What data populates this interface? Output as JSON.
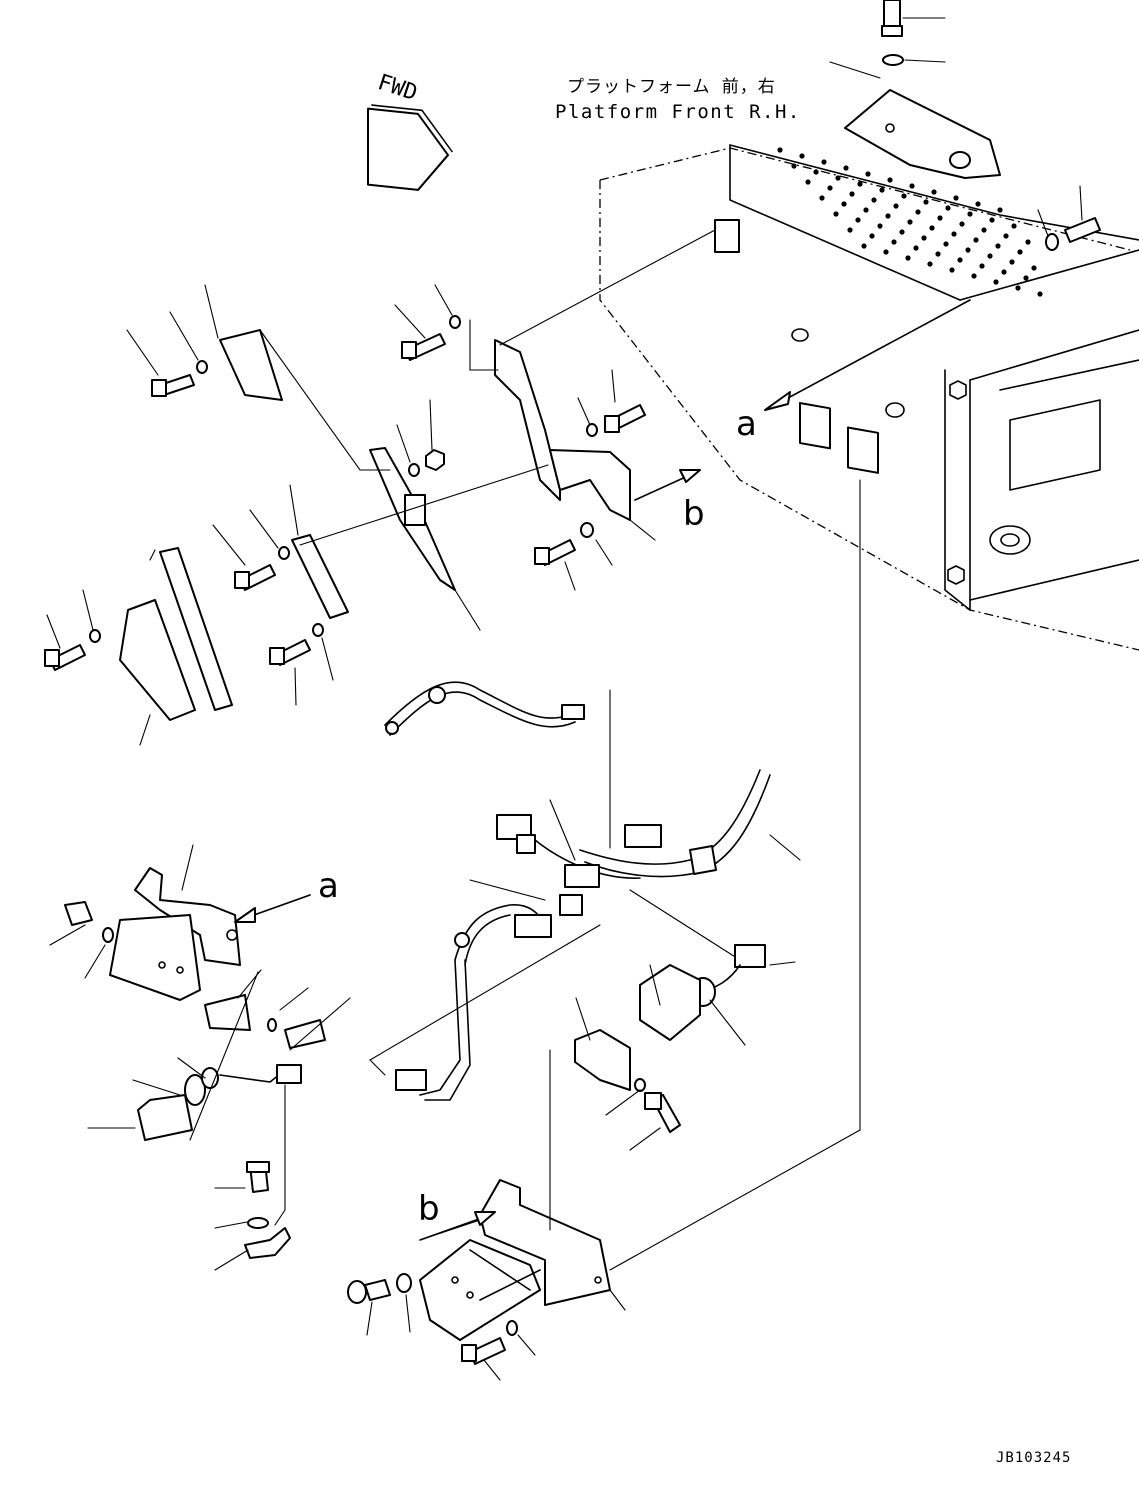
{
  "header": {
    "title_jp": "プラットフォーム 前，右",
    "title_en": "Platform Front R.H."
  },
  "fwd_sign": {
    "label": "FWD"
  },
  "callouts": {
    "a_top": "a",
    "b_top": "b",
    "a_left": "a",
    "b_bottom": "b"
  },
  "footer": {
    "drawing_id": "JB103245"
  }
}
